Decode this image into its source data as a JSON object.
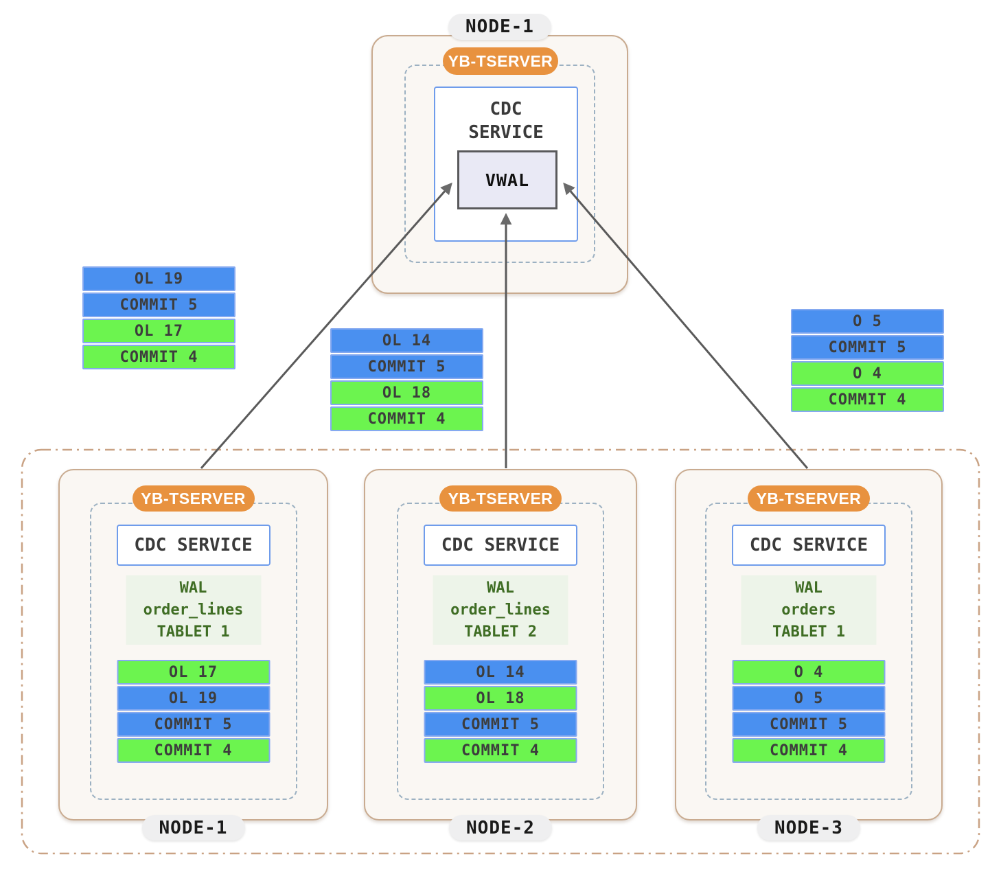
{
  "colors": {
    "blue_bar": "#4a90f0",
    "green_bar": "#6cf44f",
    "orange_badge": "#e8923f",
    "node_border": "#c9ab90",
    "node_bg": "#faf7f3",
    "dashed_border": "#9cb1c2",
    "cluster_border": "#c9a284",
    "cdc_border": "#6f9ceb",
    "bar_border": "#85a9f0",
    "vwal_bg": "#e9e9f5",
    "vwal_border": "#59595b",
    "wal_bg": "#edf4e9",
    "wal_text": "#3f6d24",
    "arrow": "#5a5a5a",
    "pill_bg": "#efeff0"
  },
  "top_node": {
    "label": "NODE-1",
    "tserver_badge": "YB-TSERVER",
    "cdc_service": {
      "line1": "CDC",
      "line2": "SERVICE"
    },
    "vwal_label": "VWAL"
  },
  "floating_stacks": {
    "left": {
      "rows": [
        {
          "label": "OL 19",
          "color": "#4a90f0"
        },
        {
          "label": "COMMIT 5",
          "color": "#4a90f0"
        },
        {
          "label": "OL 17",
          "color": "#6cf44f"
        },
        {
          "label": "COMMIT 4",
          "color": "#6cf44f"
        }
      ]
    },
    "center": {
      "rows": [
        {
          "label": "OL 14",
          "color": "#4a90f0"
        },
        {
          "label": "COMMIT 5",
          "color": "#4a90f0"
        },
        {
          "label": "OL 18",
          "color": "#6cf44f"
        },
        {
          "label": "COMMIT 4",
          "color": "#6cf44f"
        }
      ]
    },
    "right": {
      "rows": [
        {
          "label": "O 5",
          "color": "#4a90f0"
        },
        {
          "label": "COMMIT 5",
          "color": "#4a90f0"
        },
        {
          "label": "O 4",
          "color": "#6cf44f"
        },
        {
          "label": "COMMIT 4",
          "color": "#6cf44f"
        }
      ]
    }
  },
  "cluster": {
    "nodes": [
      {
        "label": "NODE-1",
        "tserver_badge": "YB-TSERVER",
        "cdc_service": "CDC SERVICE",
        "wal": {
          "line1": "WAL",
          "line2": "order_lines",
          "line3": "TABLET 1"
        },
        "rows": [
          {
            "label": "OL 17",
            "color": "#6cf44f"
          },
          {
            "label": "OL 19",
            "color": "#4a90f0"
          },
          {
            "label": "COMMIT 5",
            "color": "#4a90f0"
          },
          {
            "label": "COMMIT 4",
            "color": "#6cf44f"
          }
        ]
      },
      {
        "label": "NODE-2",
        "tserver_badge": "YB-TSERVER",
        "cdc_service": "CDC SERVICE",
        "wal": {
          "line1": "WAL",
          "line2": "order_lines",
          "line3": "TABLET 2"
        },
        "rows": [
          {
            "label": "OL 14",
            "color": "#4a90f0"
          },
          {
            "label": "OL 18",
            "color": "#6cf44f"
          },
          {
            "label": "COMMIT 5",
            "color": "#4a90f0"
          },
          {
            "label": "COMMIT 4",
            "color": "#6cf44f"
          }
        ]
      },
      {
        "label": "NODE-3",
        "tserver_badge": "YB-TSERVER",
        "cdc_service": "CDC SERVICE",
        "wal": {
          "line1": "WAL",
          "line2": "orders",
          "line3": "TABLET 1"
        },
        "rows": [
          {
            "label": "O 4",
            "color": "#6cf44f"
          },
          {
            "label": "O 5",
            "color": "#4a90f0"
          },
          {
            "label": "COMMIT 5",
            "color": "#4a90f0"
          },
          {
            "label": "COMMIT 4",
            "color": "#6cf44f"
          }
        ]
      }
    ]
  }
}
